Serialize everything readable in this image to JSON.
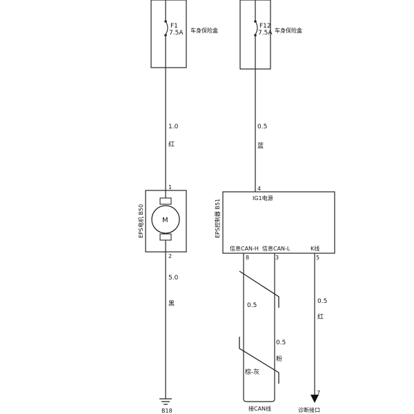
{
  "fuse_f1": {
    "name": "F1",
    "rating": "7.5A",
    "location": "车身保险盒"
  },
  "fuse_f12": {
    "name": "F12",
    "rating": "7.5A",
    "location": "车身保险盒"
  },
  "wire_f1": {
    "gauge": "1.0",
    "color": "红"
  },
  "wire_f12": {
    "gauge": "0.5",
    "color": "蓝"
  },
  "motor": {
    "title": "EPS电机 B50",
    "symbol": "M",
    "pin_top": "1",
    "pin_bottom": "2"
  },
  "wire_ground": {
    "gauge": "5.0",
    "color": "黑"
  },
  "ground": {
    "label": "B18"
  },
  "ecu": {
    "title": "EPS控制器 B51",
    "ig1_label": "IG1电源",
    "pin_ig1": "4",
    "can_h_label": "信息CAN-H",
    "can_l_label": "信息CAN-L",
    "k_label": "K线",
    "pin_can_h": "8",
    "pin_can_l": "3",
    "pin_k": "5"
  },
  "wire_can_h": {
    "gauge": "0.5",
    "color": "棕-灰"
  },
  "wire_can_l": {
    "gauge": "0.5",
    "color": "粉"
  },
  "wire_k": {
    "gauge": "0.5",
    "color": "红"
  },
  "can_bus": {
    "label": "接CAN线"
  },
  "diag": {
    "label": "诊断接口",
    "pin": "7"
  }
}
